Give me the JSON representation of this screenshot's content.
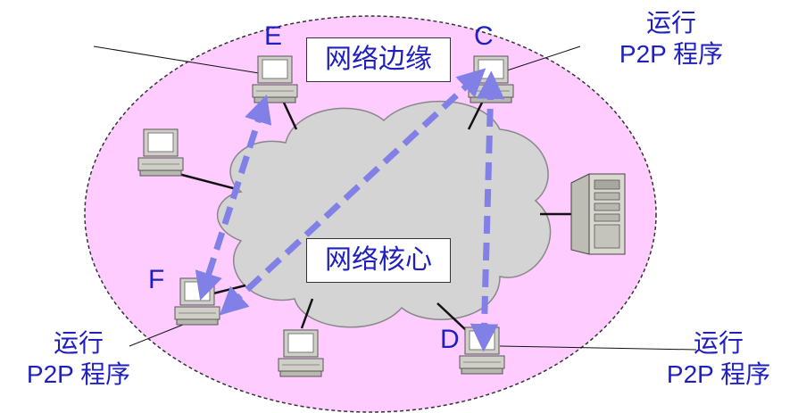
{
  "diagram": {
    "region_labels": {
      "edge": "网络边缘",
      "core": "网络核心"
    },
    "nodes": {
      "E": "E",
      "C": "C",
      "F": "F",
      "D": "D"
    },
    "p2p_labels": {
      "top_right": {
        "line1": "运行",
        "line2": "P2P 程序"
      },
      "bottom_left": {
        "line1": "运行",
        "line2": "P2P 程序"
      },
      "bottom_right": {
        "line1": "运行",
        "line2": "P2P 程序"
      }
    },
    "colors": {
      "edge_ellipse": "#ffccff",
      "core_cloud": "#d4d4d4",
      "p2p_arrows": "#8080e6",
      "label_text": "#1f1fbf"
    },
    "icons": [
      "desktop-computer-icon",
      "server-tower-icon"
    ]
  }
}
